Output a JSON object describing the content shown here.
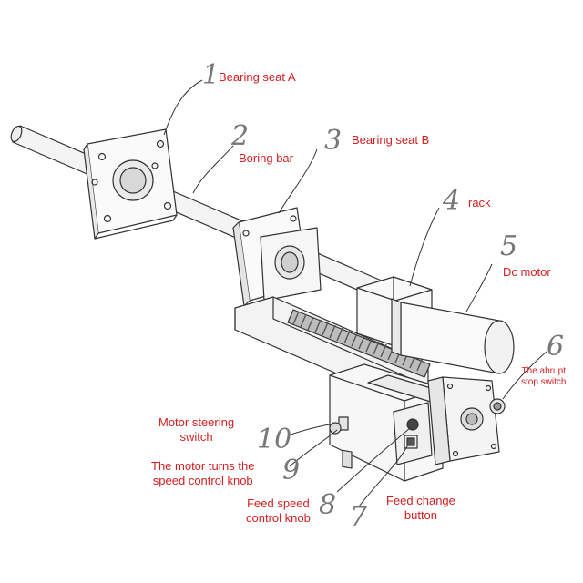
{
  "callouts": [
    {
      "number": "1",
      "label": "Bearing seat A"
    },
    {
      "number": "2",
      "label": "Boring bar"
    },
    {
      "number": "3",
      "label": "Bearing seat B"
    },
    {
      "number": "4",
      "label": "rack"
    },
    {
      "number": "5",
      "label": "Dc motor"
    },
    {
      "number": "6",
      "label_lines": [
        "The abrupt",
        "stop switch"
      ]
    },
    {
      "number": "7",
      "label_lines": [
        "Feed change",
        "button"
      ]
    },
    {
      "number": "8",
      "label_lines": [
        "Feed speed",
        "control knob"
      ]
    },
    {
      "number": "9",
      "label_lines": [
        "The motor turns the",
        "speed control knob"
      ]
    },
    {
      "number": "10",
      "label_lines": [
        "Motor steering",
        "switch"
      ]
    }
  ],
  "colors": {
    "label": "#d32020",
    "number": "#777777",
    "line": "#333333"
  }
}
